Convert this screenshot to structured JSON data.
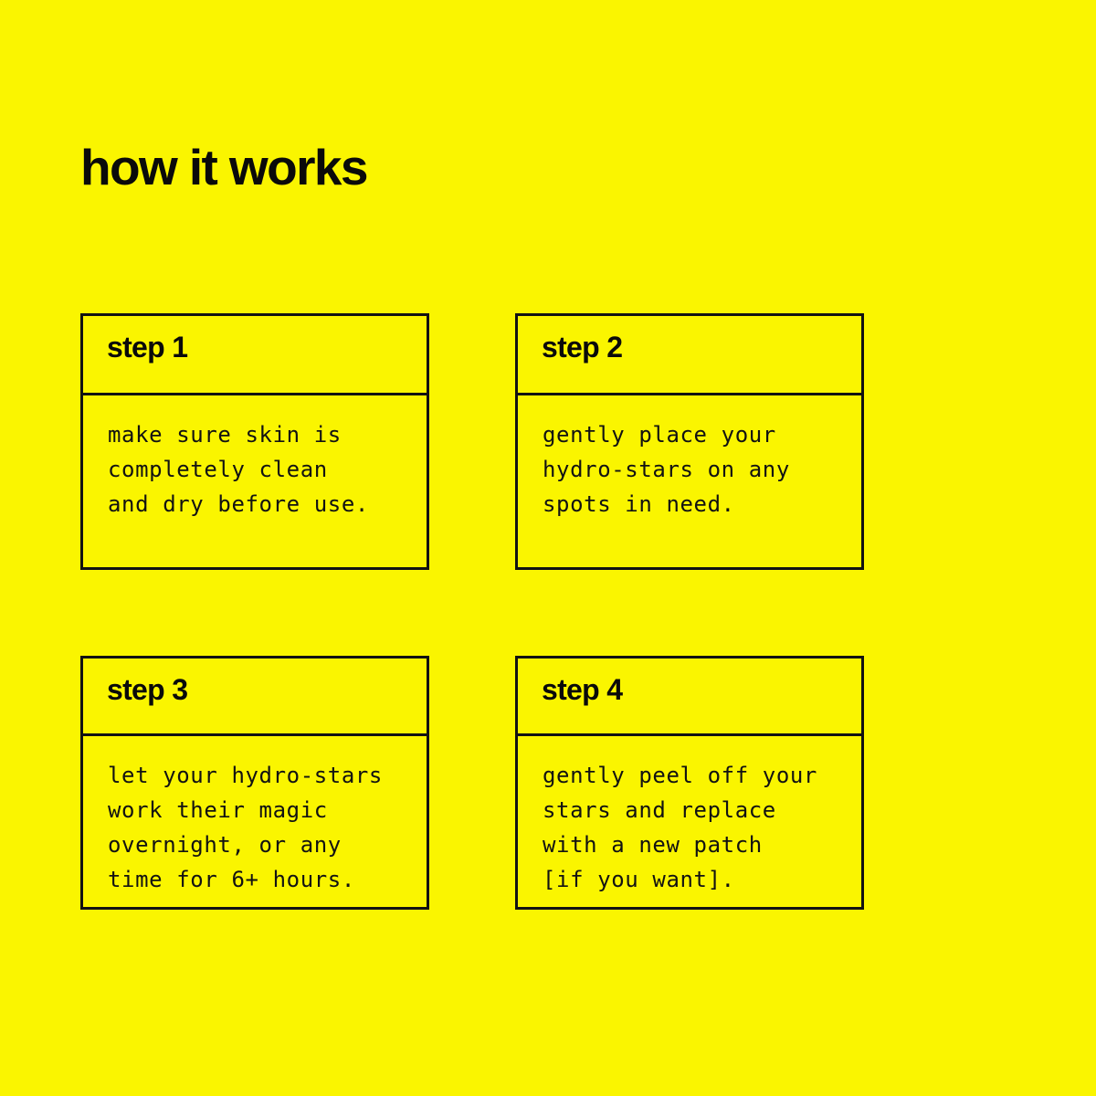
{
  "theme": {
    "background_color": "#faf500",
    "ink_color": "#121212"
  },
  "header": {
    "title": "how it works"
  },
  "steps": [
    {
      "label": "step 1",
      "text": "make sure skin is\ncompletely clean\nand dry before use."
    },
    {
      "label": "step 2",
      "text": "gently place your\nhydro-stars on any\nspots in need."
    },
    {
      "label": "step 3",
      "text": "let your hydro-stars\nwork their magic\novernight, or any\ntime for 6+ hours."
    },
    {
      "label": "step 4",
      "text": "gently peel off your\nstars and replace\nwith a new patch\n[if you want]."
    }
  ]
}
